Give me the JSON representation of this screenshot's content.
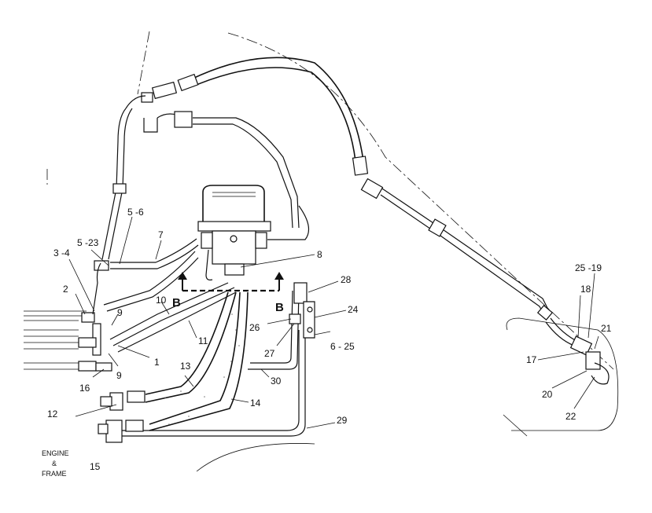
{
  "callouts": {
    "c2": "2",
    "c3_4": "3 -4",
    "c5_23": "5 -23",
    "c5_6": "5 -6",
    "c7": "7",
    "c8": "8",
    "c9a": "9",
    "c9b": "9",
    "c10": "10",
    "c11": "11",
    "c1": "1",
    "c16": "16",
    "c13": "13",
    "c12": "12",
    "c14": "14",
    "c15": "15",
    "c30": "30",
    "c29": "29",
    "c28": "28",
    "c24": "24",
    "c26": "26",
    "c27": "27",
    "c6_25": "6 - 25",
    "c25_19": "25 -19",
    "c18": "18",
    "c21": "21",
    "c17": "17",
    "c20": "20",
    "c22": "22"
  },
  "section_marks": {
    "left": "B",
    "right": "B"
  },
  "engine_frame": {
    "line1": "ENGINE",
    "line2": "&",
    "line3": "FRAME"
  }
}
